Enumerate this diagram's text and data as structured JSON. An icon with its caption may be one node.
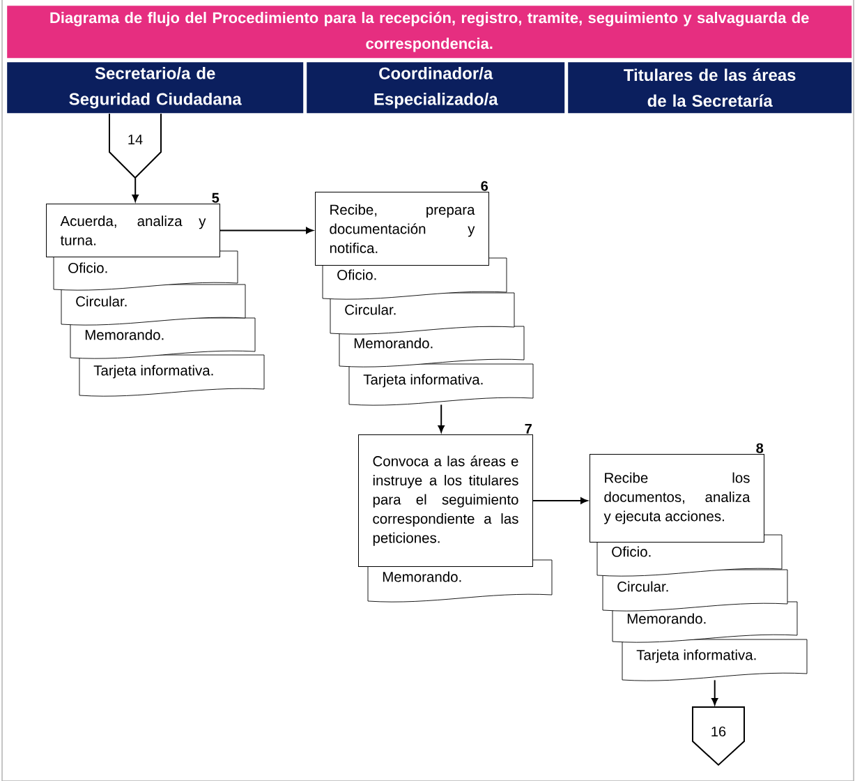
{
  "diagram": {
    "title": "Diagrama de flujo del Procedimiento para la recepción, registro, tramite, seguimiento y salvaguarda de correspondencia.",
    "nodes": [
      {
        "text": [
          "Secretario/a de Seguridad Ciudadana"
        ]
      },
      {
        "text": [
          "Coordinador/a Especializado/a"
        ]
      },
      {
        "text": [
          "Titulares de las áreas de la Secretaría"
        ]
      },
      {
        "text": [
          "14"
        ]
      },
      {
        "text": [
          "Acuerda, analiza y turna."
        ],
        "beside": [
          "5"
        ]
      },
      {
        "text": [
          "Oficio."
        ]
      },
      {
        "text": [
          "Circular."
        ]
      },
      {
        "text": [
          "Memorando."
        ]
      },
      {
        "text": [
          "Tarjeta informativa."
        ]
      },
      {
        "text": [
          "Recibe, prepara documentación y notifica."
        ],
        "beside": [
          "6"
        ]
      },
      {
        "text": [
          "Oficio."
        ]
      },
      {
        "text": [
          "Circular."
        ]
      },
      {
        "text": [
          "Memorando."
        ]
      },
      {
        "text": [
          "Tarjeta informativa."
        ]
      },
      {
        "text": [
          "Convoca a las áreas e instruye a los titulares para el seguimiento correspondiente a las peticiones."
        ],
        "beside": [
          "7"
        ]
      },
      {
        "text": [
          "Memorando."
        ]
      },
      {
        "text": [
          "Recibe los documentos, analiza y ejecuta acciones."
        ],
        "beside": [
          "8"
        ]
      },
      {
        "text": [
          "Oficio."
        ]
      },
      {
        "text": [
          "Circular."
        ]
      },
      {
        "text": [
          "Memorando."
        ]
      },
      {
        "text": [
          "Tarjeta informativa."
        ]
      },
      {
        "text": [
          "16"
        ]
      }
    ],
    "edges": [
      {
        "from": 3,
        "to": 4,
        "arrow": "to"
      },
      {
        "from": 4,
        "to": 9,
        "arrow": "to"
      },
      {
        "from": 13,
        "to": 14,
        "arrow": "to"
      },
      {
        "from": 14,
        "to": 16,
        "arrow": "to"
      },
      {
        "from": 20,
        "to": 21,
        "arrow": "to"
      }
    ]
  }
}
